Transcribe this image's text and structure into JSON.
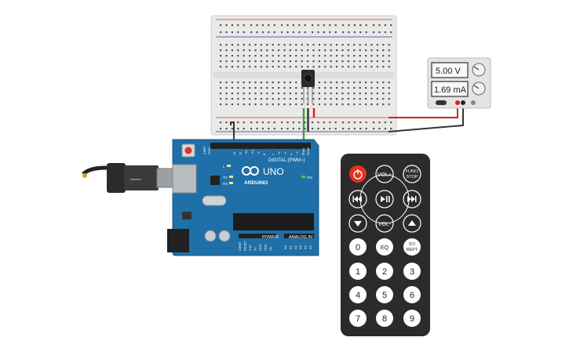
{
  "power_supply": {
    "voltage": "5.00 V",
    "current": "1.69 mA"
  },
  "arduino": {
    "brand": "ARDUINO",
    "model": "UNO",
    "digital_label": "DIGITAL (PWM~)",
    "power_label": "POWER",
    "analog_label": "ANALOG IN",
    "on_label": "ON",
    "l_label": "L",
    "tx_label": "TX",
    "rx_label": "RX",
    "aref_label": "AREF",
    "gnd_label": "GND",
    "tx_pin_label": "TX▸1",
    "rx_pin_label": "RX◂0",
    "digital_pins": [
      "13",
      "12",
      "~11",
      "~10",
      "~9",
      "8",
      "7",
      "~6",
      "~5",
      "4",
      "~3",
      "2"
    ],
    "power_pins": [
      "IOREF",
      "RESET",
      "3.3V",
      "5V",
      "GND",
      "GND",
      "Vin"
    ],
    "analog_pins": [
      "A0",
      "A1",
      "A2",
      "A3",
      "A4",
      "A5"
    ]
  },
  "remote": {
    "fn_label": "FUNC/",
    "stop_label": "STOP",
    "vol_up": "VOL+",
    "vol_down": "VOL-",
    "eq": "EQ",
    "st_label": "ST/",
    "rept_label": "REPT",
    "digits": [
      "0",
      "1",
      "2",
      "3",
      "4",
      "5",
      "6",
      "7",
      "8",
      "9"
    ]
  },
  "colors": {
    "arduino_board": "#1f6fa8",
    "breadboard": "#e8e8e6",
    "remote_body": "#2b2b2b",
    "power_button": "#e5321e",
    "wire_green": "#3aa13a",
    "wire_red": "#d42020",
    "wire_black": "#222222"
  }
}
